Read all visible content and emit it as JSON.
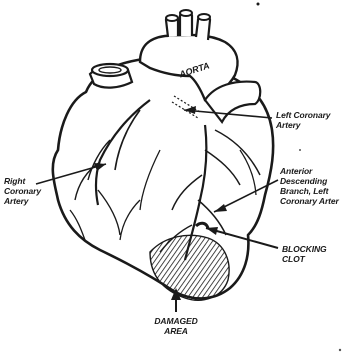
{
  "labels": {
    "aorta": "AORTA",
    "left_coronary": [
      "Left Coronary",
      "Artery"
    ],
    "right_coronary": [
      "Right",
      "Coronary",
      "Artery"
    ],
    "anterior_descending": [
      "Anterior",
      "Descending",
      "Branch, Left",
      "Coronary Arter"
    ],
    "blocking_clot": [
      "BLOCKING",
      "CLOT"
    ],
    "damaged_area": [
      "DAMAGED",
      "AREA"
    ]
  },
  "colors": {
    "ink": "#1a1a1a",
    "background": "#ffffff"
  }
}
